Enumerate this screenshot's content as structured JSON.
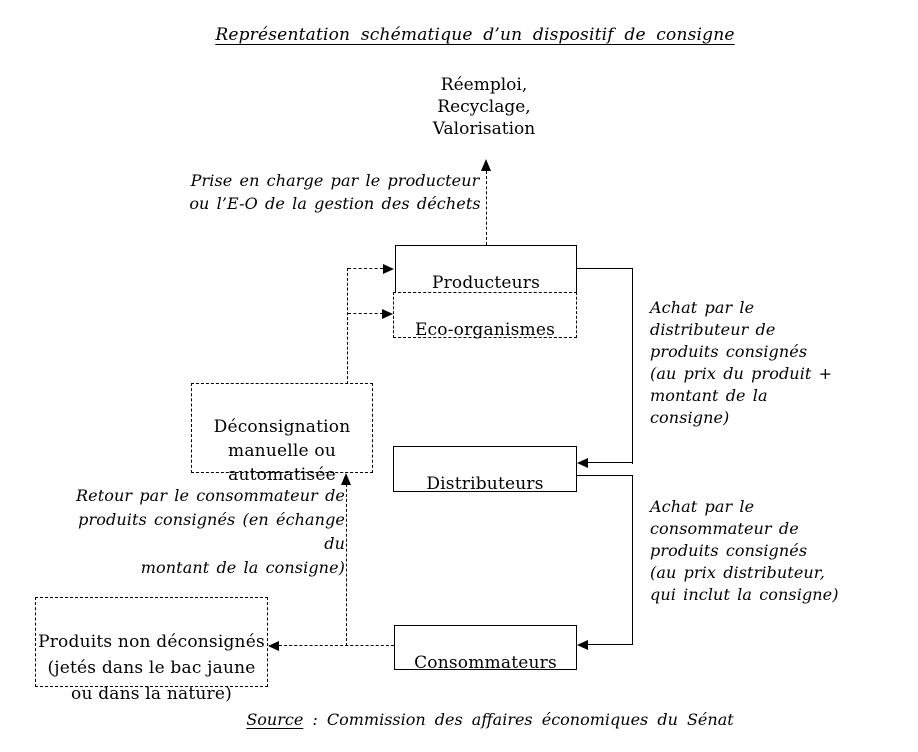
{
  "title": "Représentation schématique d’un dispositif de consigne",
  "top_label": "Réemploi,\nRecyclage,\nValorisation",
  "annotations": {
    "prise_en_charge": "Prise en charge par le producteur\nou l’E-O de la gestion des déchets",
    "achat_distributeur": "Achat par le\ndistributeur de\nproduits consignés\n(au prix du produit +\nmontant de la\nconsigne)",
    "achat_consommateur": "Achat par le\nconsommateur de\nproduits consignés\n(au prix distributeur,\nqui inclut la consigne)",
    "retour_consommateur": "Retour par le consommateur de\nproduits consignés (en échange du\nmontant de la consigne)"
  },
  "boxes": {
    "producteurs": "Producteurs",
    "eco_organismes": "Eco-organismes",
    "deconsignation": "Déconsignation\nmanuelle ou\nautomatisée",
    "distributeurs": "Distributeurs",
    "consommateurs": "Consommateurs",
    "produits_non_deconsignes": "Produits non déconsignés\n(jetés dans le bac jaune\nou dans la nature)"
  },
  "source": {
    "label": "Source",
    "rest": " : Commission des affaires économiques du Sénat"
  },
  "colors": {
    "line": "#000000",
    "background": "#ffffff"
  }
}
